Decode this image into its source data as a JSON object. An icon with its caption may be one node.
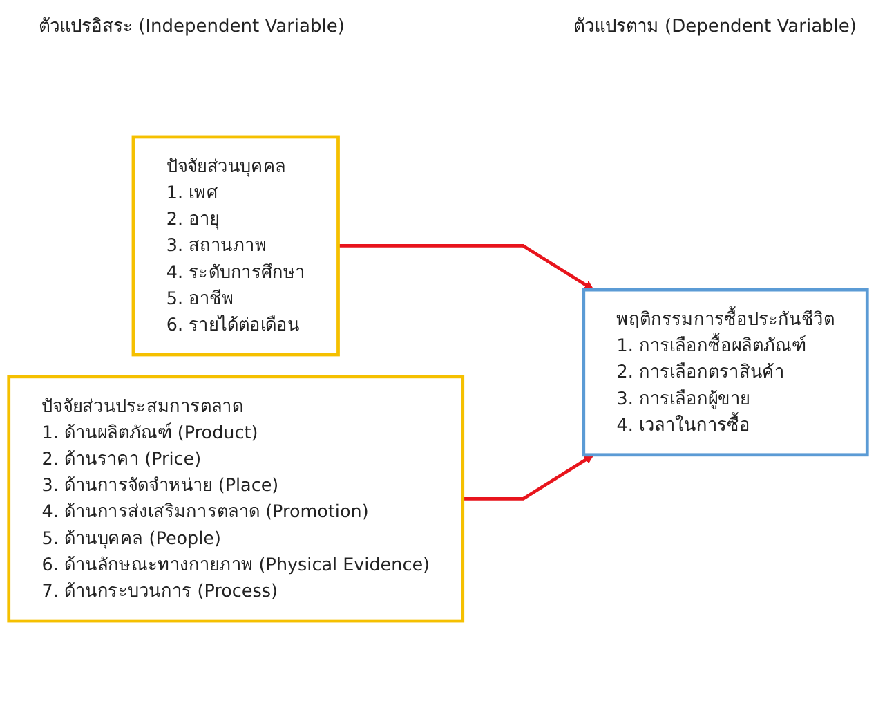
{
  "diagram": {
    "nodes": [
      {
        "text": [
          "ปัจจัยส่วนบุคคล",
          "1. เพศ",
          "2. อายุ",
          "3. สถานภาพ",
          "4. ระดับการศึกษา",
          "5. อาชีพ",
          "6. รายได้ต่อเดือน"
        ]
      },
      {
        "text": [
          "ปัจจัยส่วนประสมการตลาด",
          "1. ด้านผลิตภัณฑ์ (Product)",
          "2. ด้านราคา (Price)",
          "3. ด้านการจัดจำหน่าย (Place)",
          "4. ด้านการส่งเสริมการตลาด (Promotion)",
          "5. ด้านบุคคล (People)",
          "6. ด้านลักษณะทางกายภาพ (Physical Evidence)",
          "7. ด้านกระบวนการ (Process)"
        ]
      },
      {
        "text": [
          "พฤติกรรมการซื้อประกันชีวิต",
          "1. การเลือกซื้อผลิตภัณฑ์",
          "2. การเลือกตราสินค้า",
          "3. การเลือกผู้ขาย",
          "4. เวลาในการซื้อ"
        ]
      }
    ],
    "edges": [
      {
        "from": 0,
        "to": 2,
        "arrow": "to"
      },
      {
        "from": 1,
        "to": 2,
        "arrow": "to"
      }
    ],
    "labels": [
      "ตัวแปรอิสระ (Independent Variable)",
      "ตัวแปรตาม (Dependent Variable)"
    ]
  }
}
